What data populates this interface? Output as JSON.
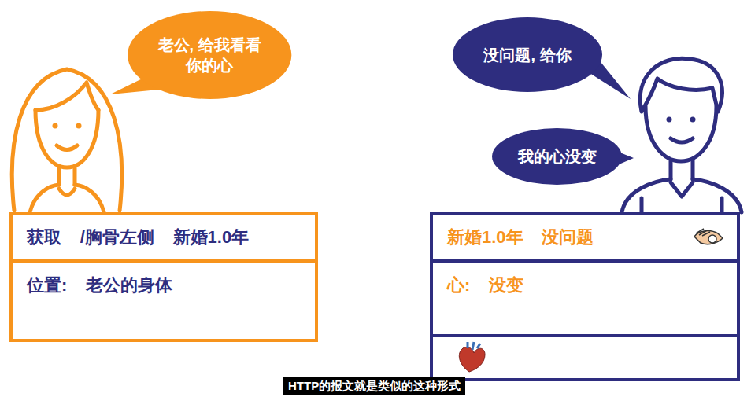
{
  "diagram": {
    "caption": "HTTP的报文就是类似的这种形式",
    "nodes": [
      {
        "text": [
          "老公, 给我看看你的心"
        ]
      },
      {
        "text": [
          "没问题, 给你"
        ]
      },
      {
        "text": [
          "我的心没变"
        ]
      },
      {
        "text": [
          "获取 /胸骨左侧 新婚1.0年",
          "位置: 老公的身体"
        ]
      },
      {
        "text": [
          "新婚1.0年 没问题",
          "心: 没变"
        ]
      }
    ]
  }
}
